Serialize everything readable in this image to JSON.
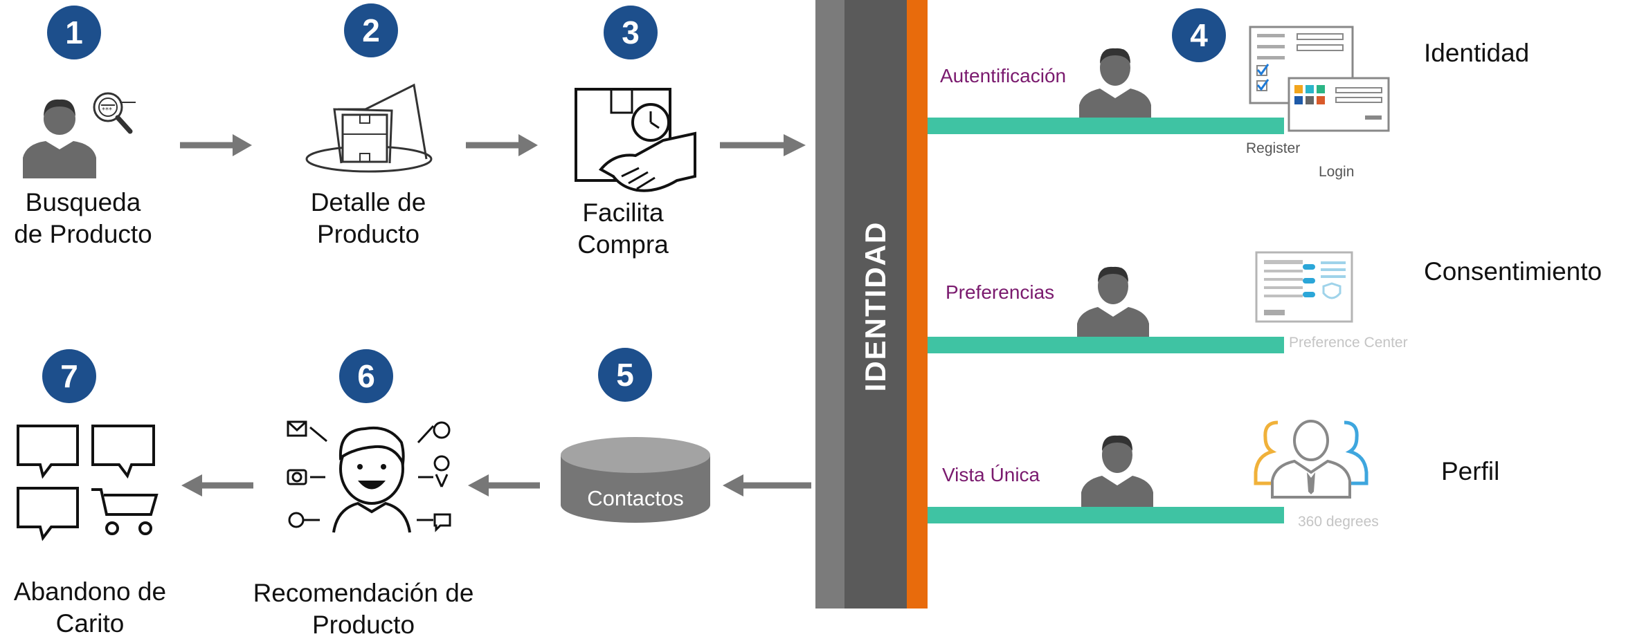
{
  "steps": [
    {
      "number": "1",
      "label": "Busqueda\nde Producto",
      "icon": "person-search-icon"
    },
    {
      "number": "2",
      "label": "Detalle de\nProducto",
      "icon": "product-box-icon"
    },
    {
      "number": "3",
      "label": "Facilita\nCompra",
      "icon": "handshake-package-icon"
    },
    {
      "number": "4",
      "label": "",
      "icon": "register-login-forms-icon"
    },
    {
      "number": "5",
      "label": "Contactos",
      "icon": "database-cylinder-icon"
    },
    {
      "number": "6",
      "label": "Recomendación de\nProducto",
      "icon": "smiling-person-icon"
    },
    {
      "number": "7",
      "label": "Abandono de\nCarito",
      "icon": "chat-cart-icon"
    }
  ],
  "identity_bar": {
    "label": "IDENTIDAD"
  },
  "rows": [
    {
      "role": "Autentificación",
      "caption_a": "Register",
      "caption_b": "Login",
      "category": "Identidad"
    },
    {
      "role": "Preferencias",
      "caption_a": "Preference Center",
      "category": "Consentimiento"
    },
    {
      "role": "Vista Única",
      "caption_a": "360 degrees",
      "category": "Perfil"
    }
  ],
  "colors": {
    "badge": "#1d4f8c",
    "teal": "#3fc3a3",
    "orange": "#e86b0c",
    "bar_dark": "#5a5a5a",
    "bar_grey": "#7b7b7b",
    "role_text": "#7a1a6e",
    "arrow": "#777777"
  }
}
